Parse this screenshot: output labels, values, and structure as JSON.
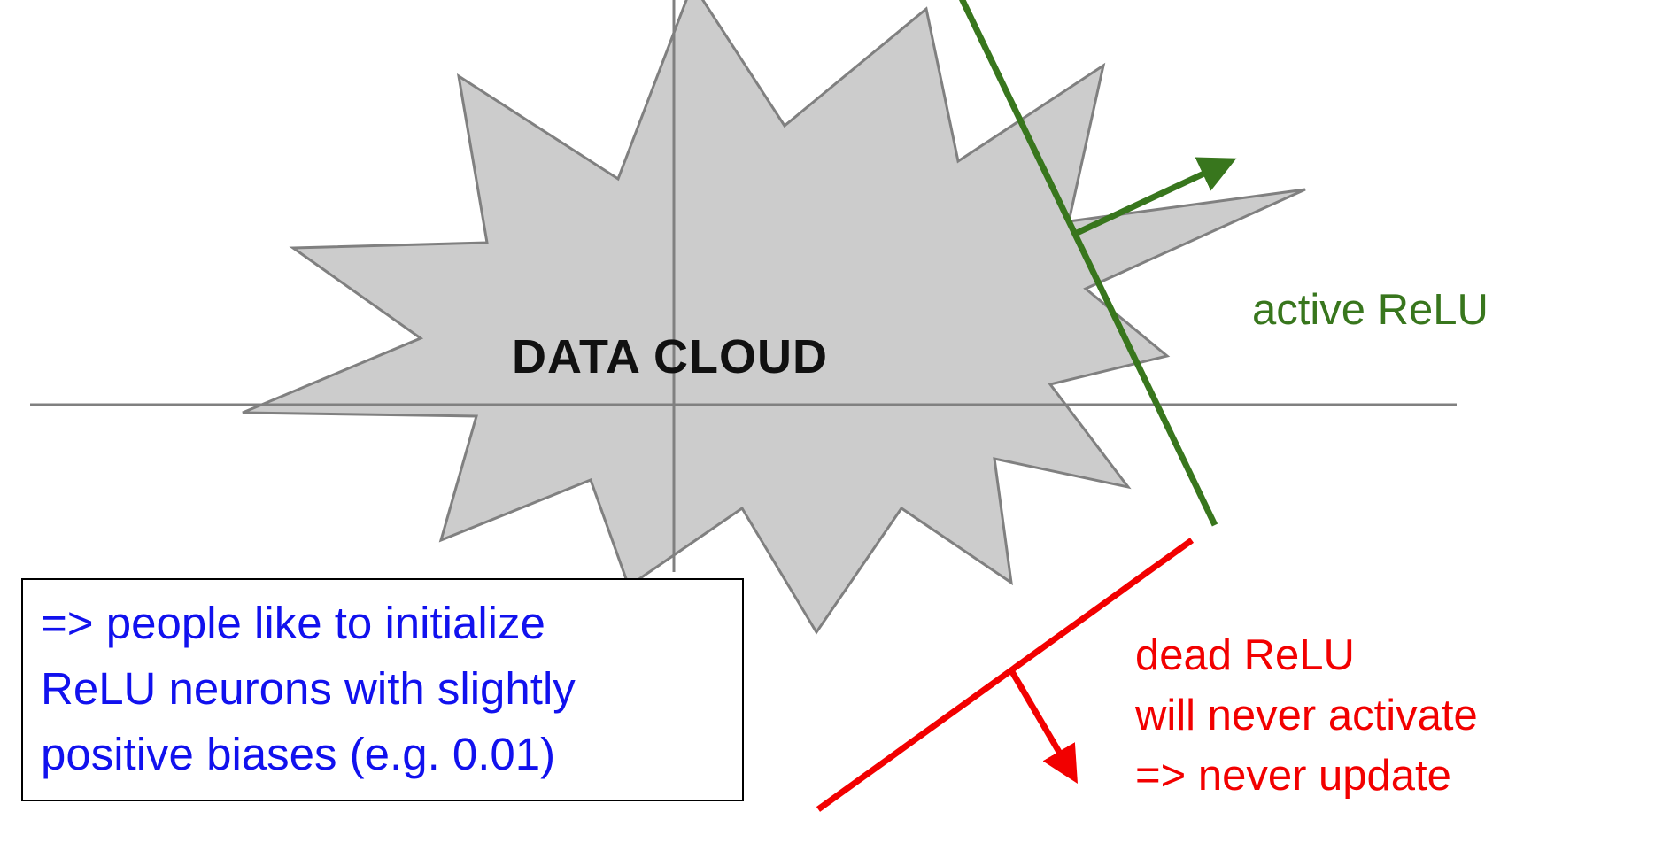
{
  "diagram": {
    "cloud": {
      "label": "DATA CLOUD"
    },
    "active_relu": {
      "label": "active ReLU"
    },
    "dead_relu": {
      "lines": [
        "dead ReLU",
        "will never activate",
        "=> never update"
      ]
    },
    "note": {
      "lines": [
        "=> people like to initialize",
        "ReLU neurons with slightly",
        "positive biases (e.g. 0.01)"
      ]
    },
    "colors": {
      "active_green": "#38761d",
      "dead_red": "#f20000",
      "note_blue": "#1111ee",
      "cloud_fill": "#cccccc",
      "cloud_stroke": "#808080",
      "axis_gray": "#808080"
    }
  }
}
